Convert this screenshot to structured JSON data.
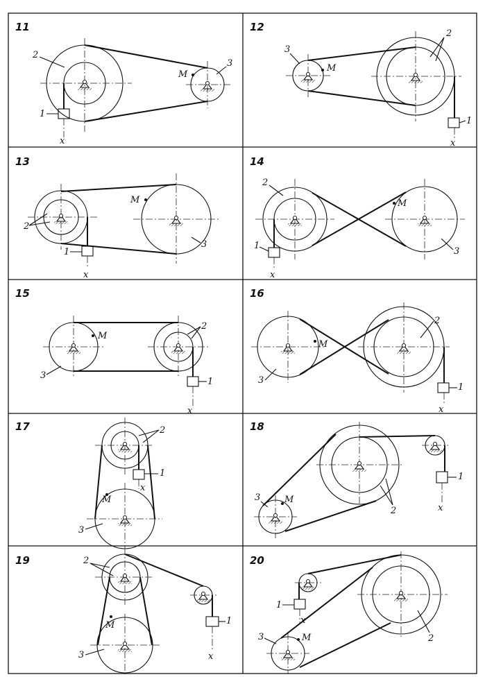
{
  "panels": [
    {
      "id": "11",
      "labels": {
        "block": "1",
        "drum": "2",
        "pulley": "3",
        "point": "M",
        "coord": "x"
      }
    },
    {
      "id": "12",
      "labels": {
        "block": "1",
        "drum": "2",
        "pulley": "3",
        "point": "M",
        "coord": "x"
      }
    },
    {
      "id": "13",
      "labels": {
        "block": "1",
        "drum": "2",
        "pulley": "3",
        "point": "M",
        "coord": "x"
      }
    },
    {
      "id": "14",
      "labels": {
        "block": "1",
        "drum": "2",
        "pulley": "3",
        "point": "M",
        "coord": "x"
      }
    },
    {
      "id": "15",
      "labels": {
        "block": "1",
        "drum": "2",
        "pulley": "3",
        "point": "M",
        "coord": "x"
      }
    },
    {
      "id": "16",
      "labels": {
        "block": "1",
        "drum": "2",
        "pulley": "3",
        "point": "M",
        "coord": "x"
      }
    },
    {
      "id": "17",
      "labels": {
        "block": "1",
        "drum": "2",
        "pulley": "3",
        "point": "M",
        "coord": "x"
      }
    },
    {
      "id": "18",
      "labels": {
        "block": "1",
        "drum": "2",
        "pulley": "3",
        "point": "M",
        "coord": "x"
      }
    },
    {
      "id": "19",
      "labels": {
        "block": "1",
        "drum": "2",
        "pulley": "3",
        "point": "M",
        "coord": "x"
      }
    },
    {
      "id": "20",
      "labels": {
        "block": "1",
        "drum": "2",
        "pulley": "3",
        "point": "M",
        "coord": "x"
      }
    }
  ]
}
